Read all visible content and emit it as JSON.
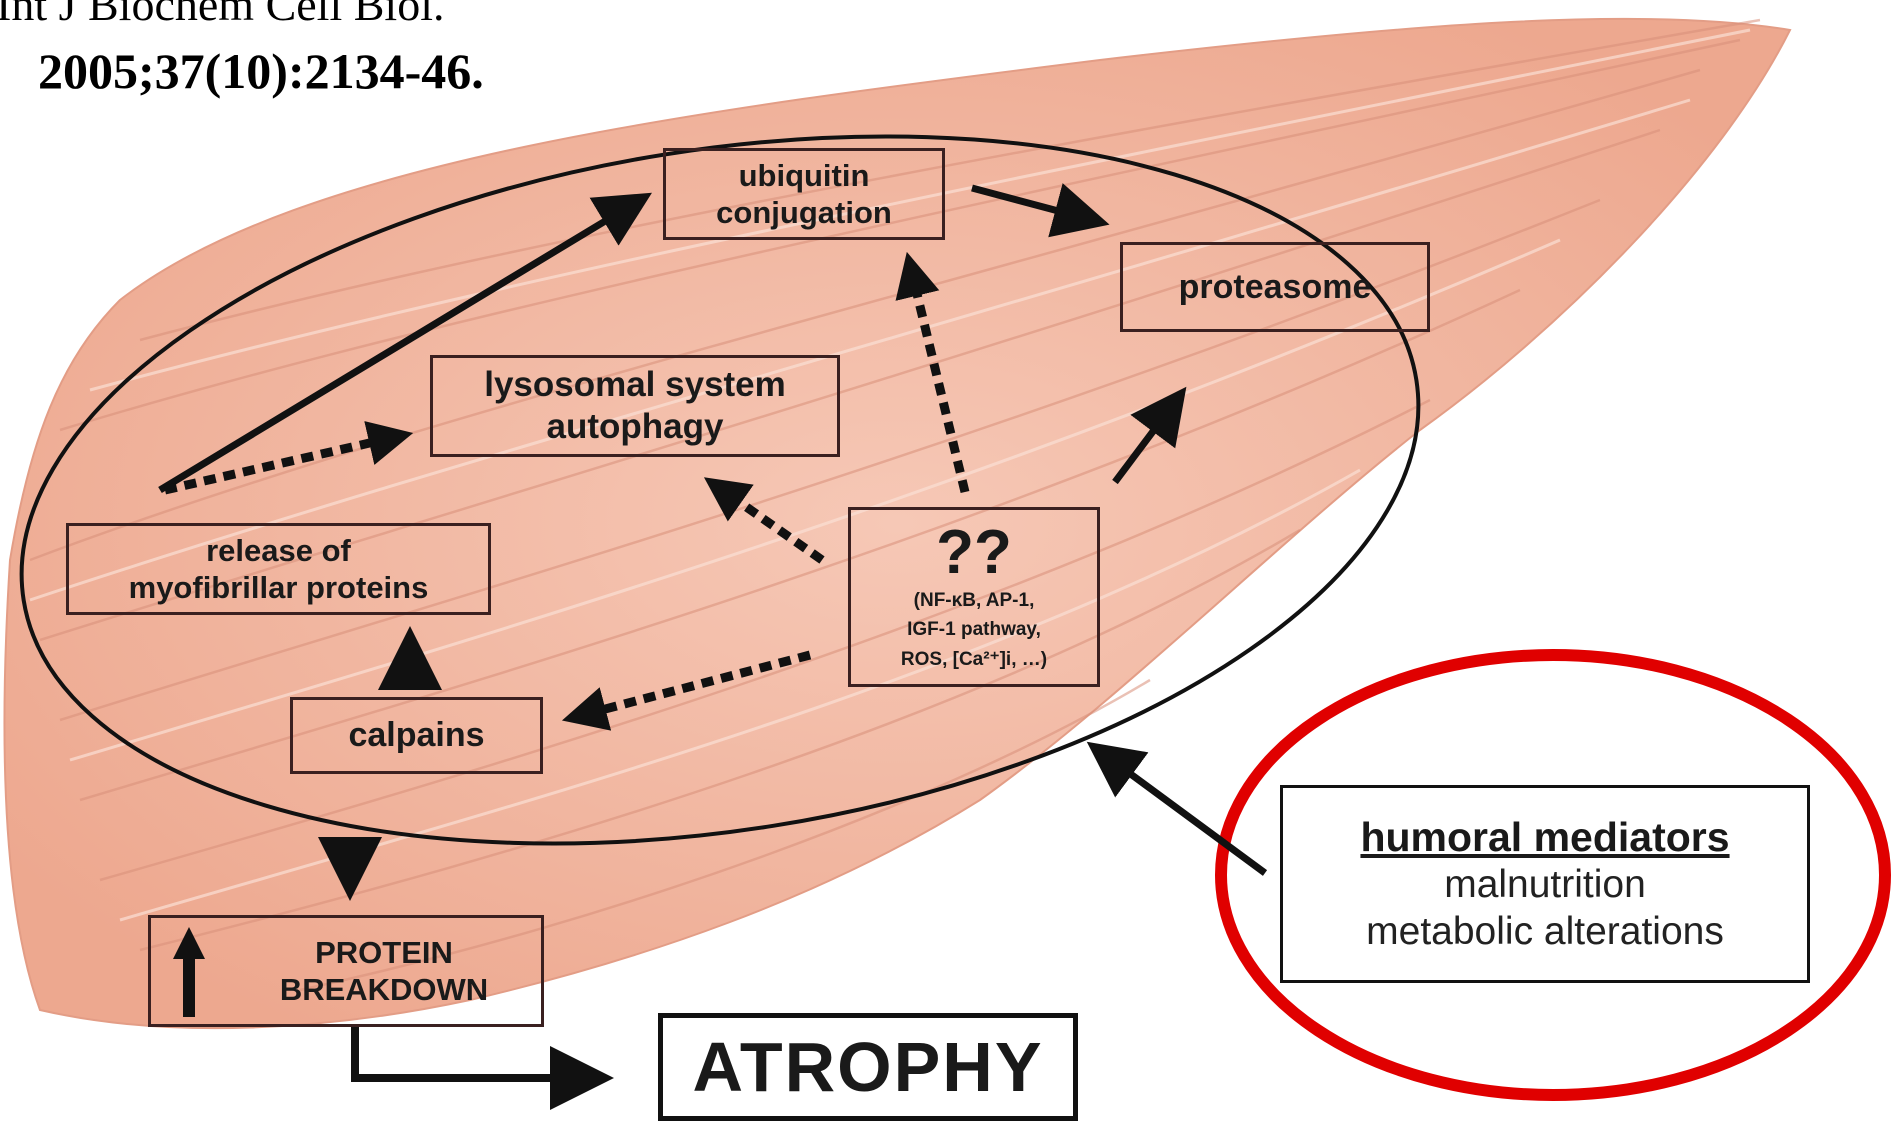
{
  "citation": {
    "journal": "Int J Biochem Cell Biol.",
    "reference": "2005;37(10):2134-46."
  },
  "nodes": {
    "ubiquitin": [
      "ubiquitin",
      "conjugation"
    ],
    "proteasome": "proteasome",
    "lysosomal": [
      "lysosomal system",
      "autophagy"
    ],
    "release": [
      "release of",
      "myofibrillar proteins"
    ],
    "unknown": {
      "symbol": "??",
      "details": [
        "(NF-κB, AP-1,",
        "IGF-1 pathway,",
        "ROS, [Ca²⁺]i, …)"
      ]
    },
    "calpains": "calpains",
    "protein_breakdown": [
      "PROTEIN",
      "BREAKDOWN"
    ],
    "atrophy": "ATROPHY",
    "humoral": {
      "heading": "humoral mediators",
      "lines": [
        "malnutrition",
        "metabolic alterations"
      ]
    }
  },
  "edges": [
    {
      "from": "release of myofibrillar proteins",
      "to": "ubiquitin conjugation",
      "style": "solid"
    },
    {
      "from": "release of myofibrillar proteins",
      "to": "lysosomal system autophagy",
      "style": "dotted"
    },
    {
      "from": "ubiquitin conjugation",
      "to": "proteasome",
      "style": "solid"
    },
    {
      "from": "??",
      "to": "ubiquitin conjugation",
      "style": "dotted"
    },
    {
      "from": "??",
      "to": "proteasome",
      "style": "solid"
    },
    {
      "from": "??",
      "to": "lysosomal system autophagy",
      "style": "dotted"
    },
    {
      "from": "??",
      "to": "calpains",
      "style": "dotted"
    },
    {
      "from": "calpains",
      "to": "release of myofibrillar proteins",
      "style": "solid"
    },
    {
      "from": "calpains",
      "to": "PROTEIN BREAKDOWN",
      "style": "solid"
    },
    {
      "from": "PROTEIN BREAKDOWN",
      "to": "ATROPHY",
      "style": "solid"
    },
    {
      "from": "humoral mediators",
      "to": "muscle cell",
      "style": "solid"
    }
  ],
  "colors": {
    "muscle": "#f2b8a4",
    "muscle_light": "#f8d3c4",
    "fiber": "#d9907a",
    "ink": "#111111",
    "highlight": "#e00000"
  }
}
